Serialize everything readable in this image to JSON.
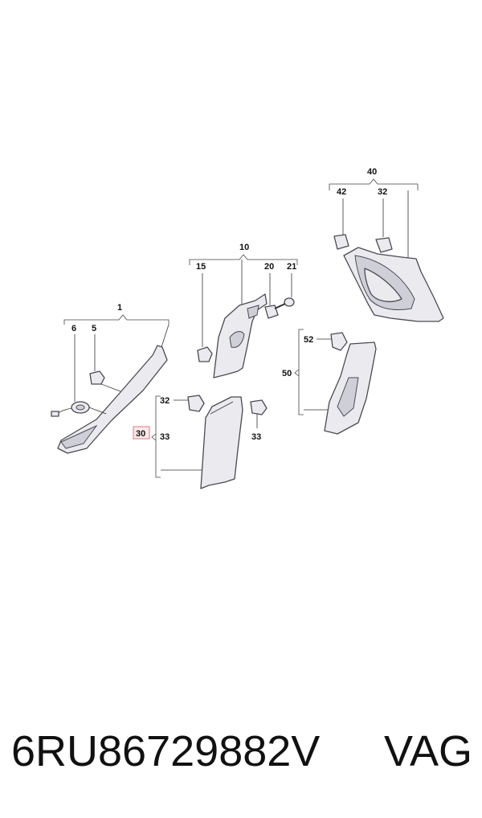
{
  "labels": {
    "l1": "1",
    "l5": "5",
    "l6": "6",
    "l10": "10",
    "l15": "15",
    "l20": "20",
    "l21": "21",
    "l30": "30",
    "l32a": "32",
    "l33a": "33",
    "l33b": "33",
    "l40": "40",
    "l42": "42",
    "l32b": "32",
    "l50": "50",
    "l52": "52"
  },
  "highlight_color": "#e07884",
  "footer": {
    "part_number": "6RU86729882V",
    "brand": "VAG"
  }
}
